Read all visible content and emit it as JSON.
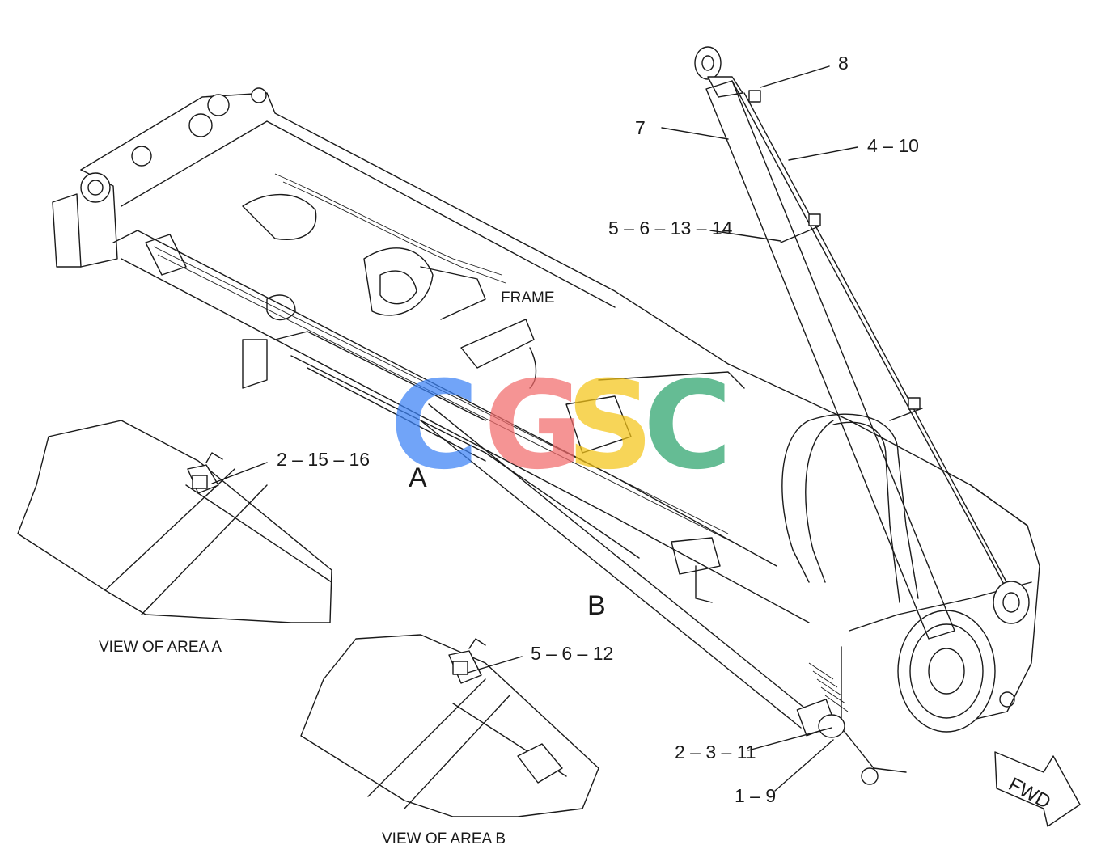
{
  "diagram": {
    "callouts": {
      "c8": "8",
      "c7": "7",
      "c4_10": "4 – 10",
      "c5_6_13_14": "5 – 6 – 13 – 14",
      "c2_15_16": "2 – 15 – 16",
      "c5_6_12": "5 – 6 – 12",
      "c2_3_11": "2 – 3 – 11",
      "c1_9": "1 – 9"
    },
    "frame_label": "FRAME",
    "area_a": "A",
    "area_b": "B",
    "view_a_caption": "VIEW OF AREA A",
    "view_b_caption": "VIEW OF AREA B",
    "fwd_label": "FWD",
    "watermark": {
      "letters": [
        "C",
        "G",
        "S",
        "C"
      ],
      "colors": [
        "#3b82f6",
        "#f26b6b",
        "#f5c518",
        "#2aa36b"
      ]
    }
  }
}
